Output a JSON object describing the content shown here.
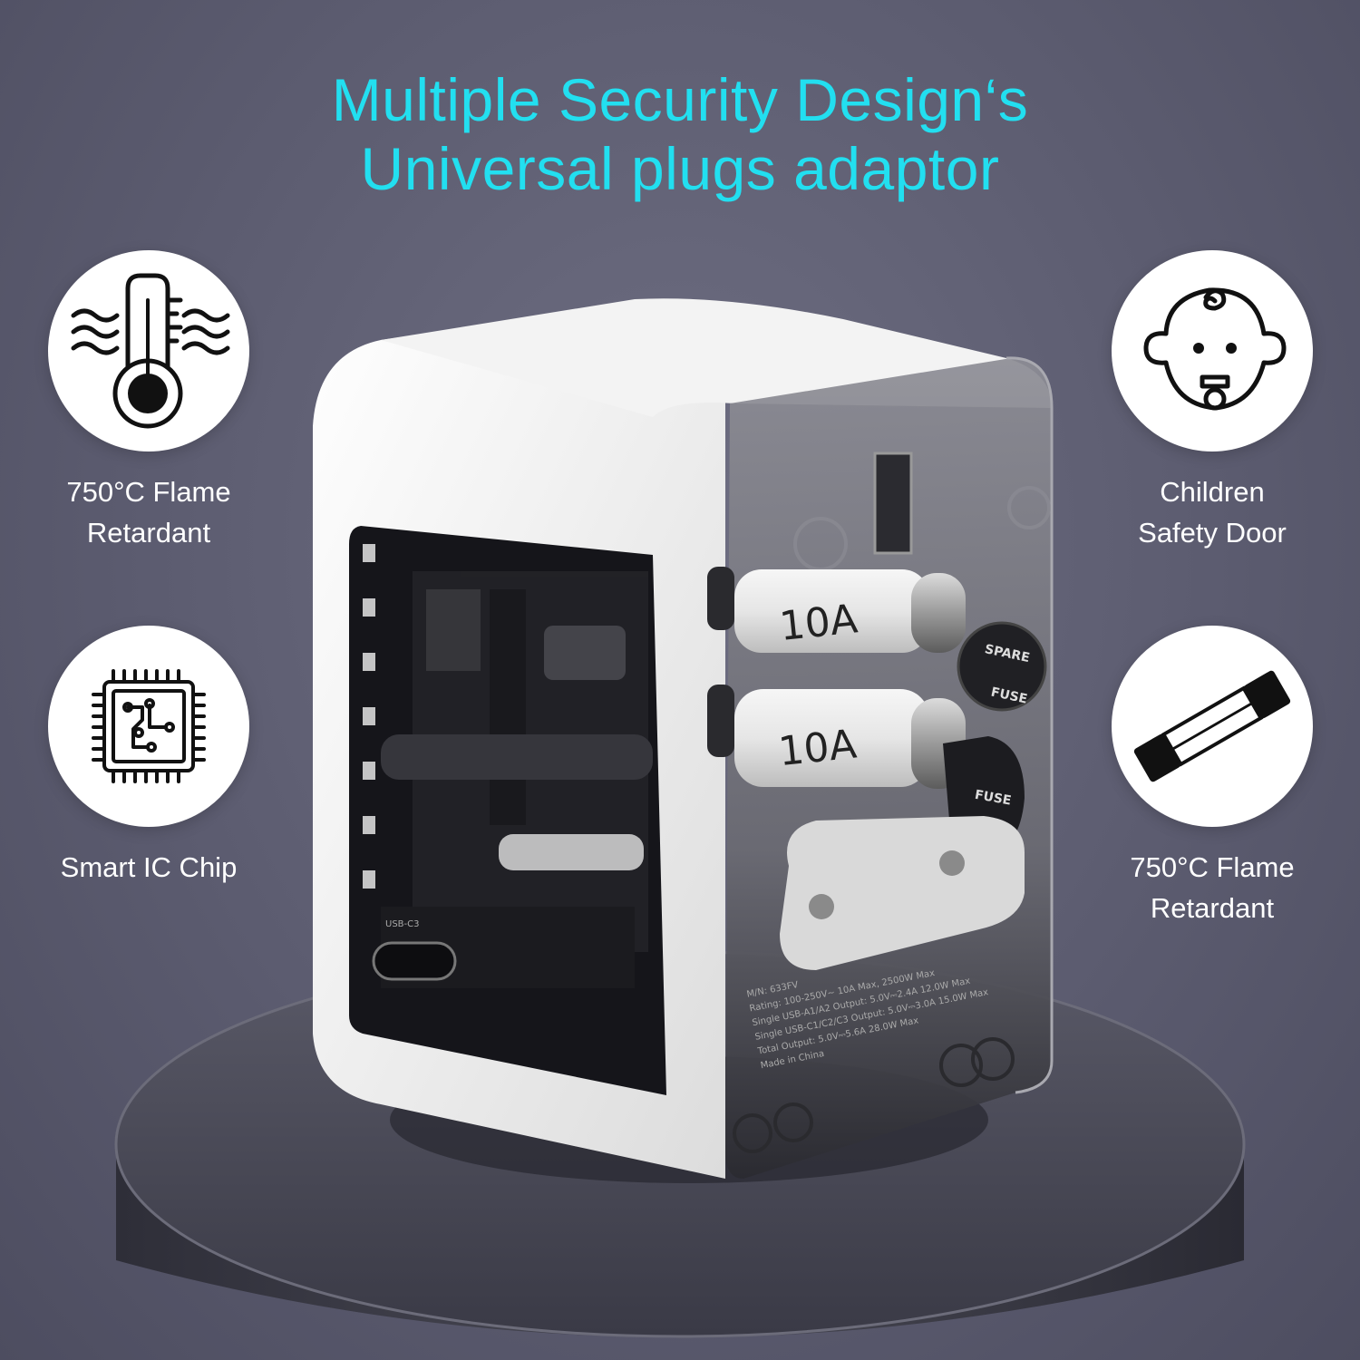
{
  "headline": {
    "line1": "Multiple Security Design‘s",
    "line2": "Universal plugs adaptor",
    "color": "#22dff0"
  },
  "features": {
    "top_left": {
      "icon": "thermometer-icon",
      "line1": "750°C Flame",
      "line2": "Retardant"
    },
    "bottom_left": {
      "icon": "ic-chip-icon",
      "line1": "Smart IC Chip"
    },
    "top_right": {
      "icon": "baby-face-icon",
      "line1": "Children",
      "line2": "Safety Door"
    },
    "bottom_right": {
      "icon": "fuse-icon",
      "line1": "750°C Flame",
      "line2": "Retardant"
    }
  },
  "product": {
    "fuse_top_label": "10A",
    "fuse_bottom_label": "10A",
    "spare_cap_label_1": "SPARE",
    "spare_cap_label_2": "FUSE",
    "fuse_cap_label": "FUSE",
    "port_label": "USB-C3",
    "spec_lines": [
      "M/N: 633FV",
      "Rating: 100-250V~ 10A Max, 2500W Max",
      "Single USB-A1/A2 Output: 5.0V⎓2.4A 12.0W Max",
      "Single USB-C1/C2/C3 Output: 5.0V⎓3.0A 15.0W Max",
      "Total Output: 5.0V⎓5.6A 28.0W Max",
      "Made in China"
    ]
  }
}
